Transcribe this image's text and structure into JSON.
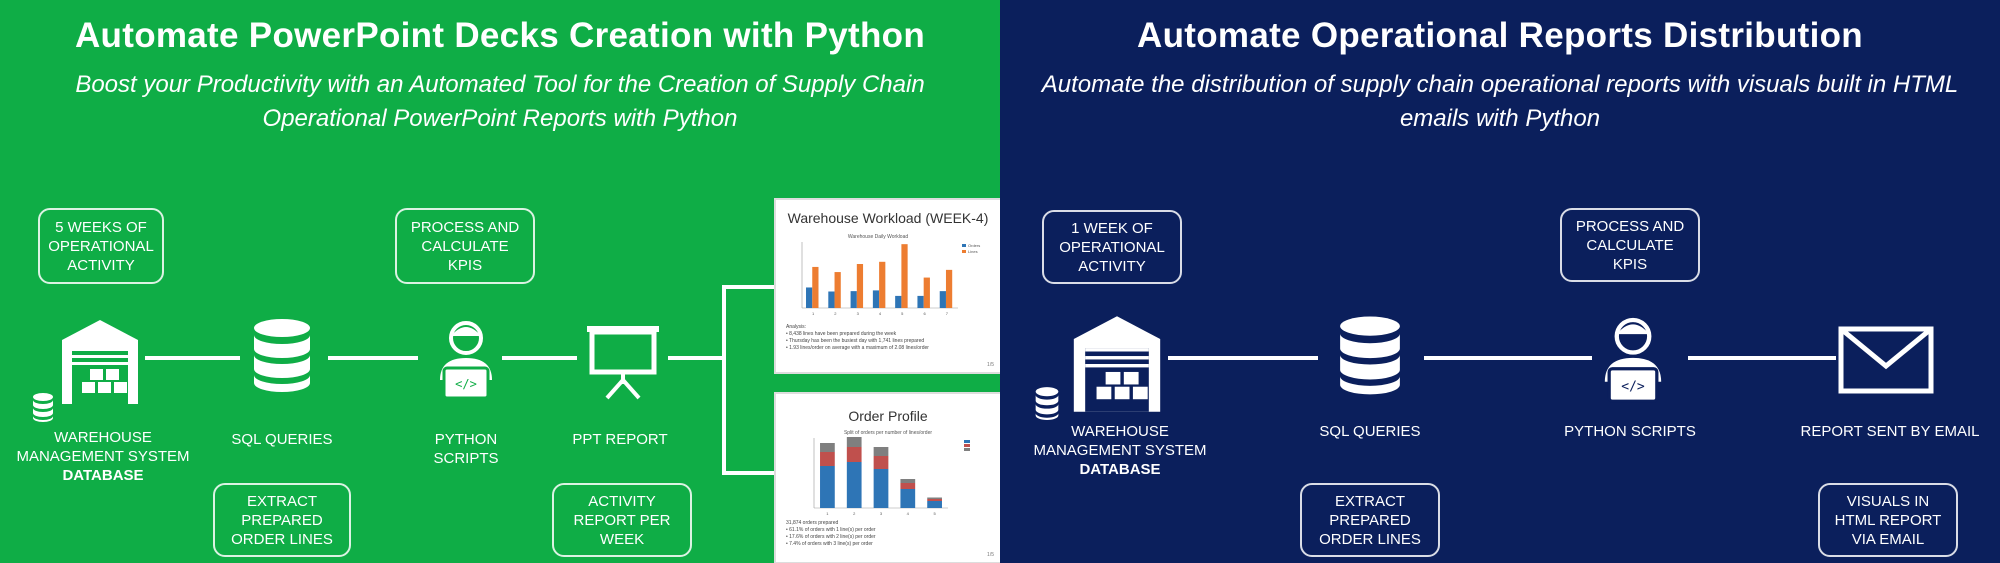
{
  "left": {
    "title": "Automate PowerPoint Decks Creation with Python",
    "subtitle": "Boost your Productivity with an Automated Tool for the Creation of Supply Chain Operational PowerPoint Reports with Python",
    "input_box": "5 WEEKS OF OPERATIONAL ACTIVITY",
    "process_box": "PROCESS AND CALCULATE KPIS",
    "extract_box": "EXTRACT PREPARED ORDER LINES",
    "activity_box": "ACTIVITY REPORT PER WEEK",
    "nodes": {
      "wms": "WAREHOUSE MANAGEMENT SYSTEM",
      "wms_db": "DATABASE",
      "sql": "SQL QUERIES",
      "python": "PYTHON SCRIPTS",
      "ppt": "PPT REPORT"
    },
    "slide1": {
      "title": "Warehouse Workload (WEEK-4)",
      "chart_title": "Warehouse Daily Workload",
      "legend": [
        "Orders",
        "Lines"
      ],
      "notes_head": "Analysis:",
      "notes": [
        "• 8,438 lines have been prepared during the week",
        "• Thursday has been the busiest day with 1,741 lines prepared",
        "• 1.93 lines/order on average with a maximum of 2.08 lines/order"
      ],
      "page": "1/5"
    },
    "slide2": {
      "title": "Order Profile",
      "chart_title": "Split of orders per number of lines/order",
      "notes_head": "31,874 orders prepared",
      "notes": [
        "• 61.1% of orders with 1 line(s) per order",
        "• 17.6% of orders with 2 line(s) per order",
        "• 7.4% of orders with 3 line(s) per order"
      ],
      "page": "1/5"
    },
    "colors": {
      "bg": "#0fad46",
      "orange": "#ed7d31",
      "blue": "#2e75b6"
    }
  },
  "right": {
    "title": "Automate Operational Reports Distribution",
    "subtitle": "Automate the distribution of supply chain operational reports with visuals built in HTML emails with Python",
    "input_box": "1 WEEK OF OPERATIONAL ACTIVITY",
    "process_box": "PROCESS AND CALCULATE KPIS",
    "extract_box": "EXTRACT PREPARED ORDER LINES",
    "visuals_box": "VISUALS IN HTML REPORT VIA EMAIL",
    "nodes": {
      "wms": "WAREHOUSE MANAGEMENT SYSTEM",
      "wms_db": "DATABASE",
      "sql": "SQL QUERIES",
      "python": "PYTHON SCRIPTS",
      "email": "REPORT SENT BY EMAIL"
    },
    "colors": {
      "bg": "#0b1f5c"
    }
  },
  "chart_data": [
    {
      "type": "bar",
      "title": "Warehouse Daily Workload",
      "categories": [
        "1",
        "2",
        "3",
        "4",
        "5",
        "6",
        "7"
      ],
      "series": [
        {
          "name": "Orders",
          "values": [
            560,
            450,
            460,
            480,
            330,
            330,
            460
          ]
        },
        {
          "name": "Lines",
          "values": [
            1120,
            980,
            1200,
            1260,
            1741,
            830,
            1040
          ]
        }
      ],
      "ylim": [
        0,
        1800
      ]
    },
    {
      "type": "bar",
      "title": "Split of orders per number of lines/order",
      "categories": [
        "1",
        "2",
        "3",
        "4",
        "5"
      ],
      "series": [
        {
          "name": "segment-blue",
          "values": [
            4200,
            4600,
            3900,
            1900,
            700
          ]
        },
        {
          "name": "segment-red",
          "values": [
            1400,
            1500,
            1300,
            600,
            200
          ]
        },
        {
          "name": "segment-grey",
          "values": [
            900,
            1000,
            900,
            400,
            150
          ]
        }
      ],
      "ylim": [
        0,
        7000
      ]
    }
  ]
}
